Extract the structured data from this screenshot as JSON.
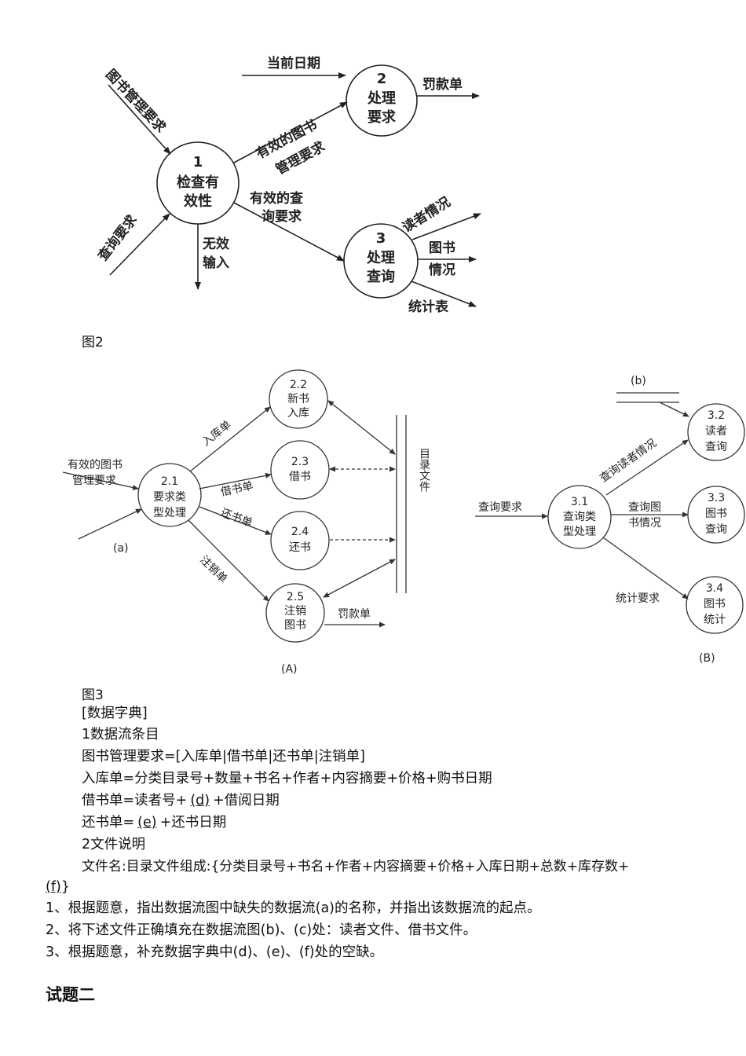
{
  "figure2": {
    "caption": "图2",
    "nodes": {
      "n1": {
        "num": "1",
        "l1": "检查有",
        "l2": "效性"
      },
      "n2": {
        "num": "2",
        "l1": "处理",
        "l2": "要求"
      },
      "n3": {
        "num": "3",
        "l1": "处理",
        "l2": "查询"
      }
    },
    "flows": {
      "book_mgmt_request": "图书管理要求",
      "query_request": "查询要求",
      "current_date": "当前日期",
      "fine_slip": "罚款单",
      "valid_book_request_1": "有效的图书",
      "valid_book_request_2": "管理要求",
      "valid_query_1": "有效的查",
      "valid_query_2": "询要求",
      "invalid_1": "无效",
      "invalid_2": "输入",
      "reader_status": "读者情况",
      "book_status_1": "图书",
      "book_status_2": "情况",
      "stats_table": "统计表"
    }
  },
  "figure3": {
    "caption": "图3",
    "sub_a": "(A)",
    "sub_b": "(B)",
    "missing_a": "(a)",
    "missing_b": "(b)",
    "catalog_file": "目录文件",
    "a_nodes": {
      "n21": {
        "num": "2.1",
        "l1": "要求类",
        "l2": "型处理"
      },
      "n22": {
        "num": "2.2",
        "l1": "新书",
        "l2": "入库"
      },
      "n23": {
        "num": "2.3",
        "l1": "借书"
      },
      "n24": {
        "num": "2.4",
        "l1": "还书"
      },
      "n25": {
        "num": "2.5",
        "l1": "注销",
        "l2": "图书"
      }
    },
    "a_flows": {
      "input_1": "有效的图书",
      "input_2": "管理要求",
      "in_stock": "入库单",
      "borrow": "借书单",
      "return": "还书单",
      "cancel": "注销单",
      "fine": "罚款单"
    },
    "b_nodes": {
      "n31": {
        "num": "3.1",
        "l1": "查询类",
        "l2": "型处理"
      },
      "n32": {
        "num": "3.2",
        "l1": "读者",
        "l2": "查询"
      },
      "n33": {
        "num": "3.3",
        "l1": "图书",
        "l2": "查询"
      },
      "n34": {
        "num": "3.4",
        "l1": "图书",
        "l2": "统计"
      }
    },
    "b_flows": {
      "query_request": "查询要求",
      "reader_query": "查询读者情况",
      "book_query_1": "查询图",
      "book_query_2": "书情况",
      "stats_request": "统计要求"
    }
  },
  "text": {
    "dict_title": "[数据字典]",
    "flow_entries": "1数据流条目",
    "l_mgmt": "图书管理要求=[入库单|借书单|还书单|注销单]",
    "l_instock": "入库单=分类目录号+数量+书名+作者+内容摘要+价格+购书日期",
    "l_borrow_a": "借书单=读者号+",
    "blank_d": "(d)",
    "l_borrow_b": "+借阅日期",
    "l_return_a": "还书单=",
    "blank_e": "(e)",
    "l_return_b": "+还书日期",
    "file_desc": "2文件说明",
    "l_file": "文件名:目录文件组成:{分类目录号+书名+作者+内容摘要+价格+入库日期+总数+库存数+",
    "blank_f": "(f)",
    "l_file_end": "}",
    "q1": "1、根据题意，指出数据流图中缺失的数据流(a)的名称，并指出该数据流的起点。",
    "q2": "2、将下述文件正确填充在数据流图(b)、(c)处：读者文件、借书文件。",
    "q3": "3、根据题意，补充数据字典中(d)、(e)、(f)处的空缺。",
    "heading": "试题二"
  }
}
